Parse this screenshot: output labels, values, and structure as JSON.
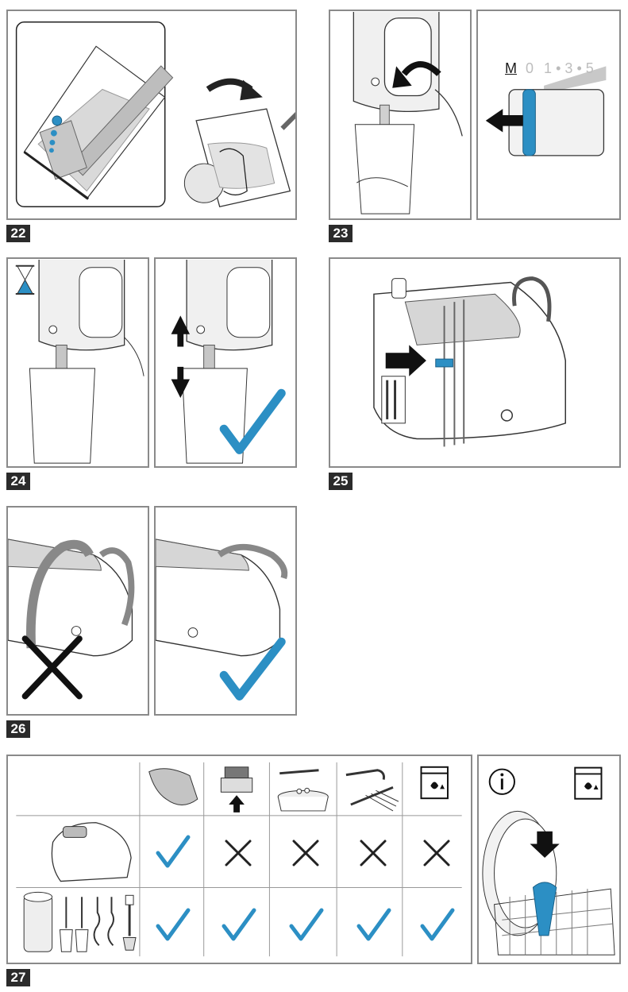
{
  "steps": [
    "22",
    "23",
    "24",
    "25",
    "26",
    "27"
  ],
  "speed_dial": {
    "m": "M",
    "zero": "0",
    "one": "1",
    "three": "3",
    "five": "5"
  },
  "colors": {
    "accent": "#2c8fc4",
    "frame": "#8a8a8a",
    "label_bg": "#2b2b2b",
    "line": "#222222"
  },
  "table": {
    "columns": [
      "cloth-icon",
      "scrub-sponge-icon",
      "wash-basin-icon",
      "faucet-brush-icon",
      "dishwasher-icon"
    ],
    "rows": [
      {
        "item": "hand-mixer-icon",
        "allowed": [
          true,
          false,
          false,
          false,
          false
        ]
      },
      {
        "item": "accessories-icon",
        "allowed": [
          true,
          true,
          true,
          true,
          true
        ]
      }
    ]
  },
  "info_panel": {
    "info_icon": "info-icon",
    "dishwasher_icon": "dishwasher-icon"
  }
}
